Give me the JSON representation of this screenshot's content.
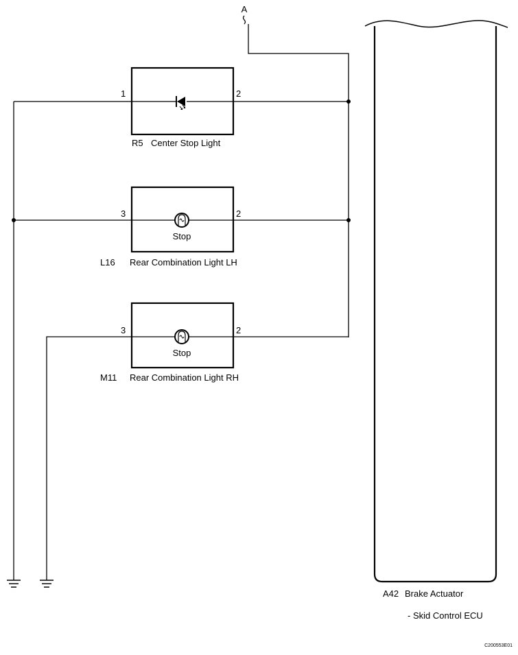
{
  "connector_a": {
    "label": "A"
  },
  "components": {
    "center_stop_light": {
      "code": "R5",
      "name": "Center Stop Light",
      "pin_left": "1",
      "pin_right": "2"
    },
    "rear_light_lh": {
      "code": "L16",
      "name": "Rear Combination Light LH",
      "pin_left": "3",
      "pin_right": "2",
      "bulb_label": "Stop"
    },
    "rear_light_rh": {
      "code": "M11",
      "name": "Rear Combination Light RH",
      "pin_left": "3",
      "pin_right": "2",
      "bulb_label": "Stop"
    }
  },
  "brake_actuator": {
    "code": "A42",
    "name": "Brake Actuator",
    "subname": "- Skid Control ECU"
  },
  "figure_id": "C200553E01"
}
